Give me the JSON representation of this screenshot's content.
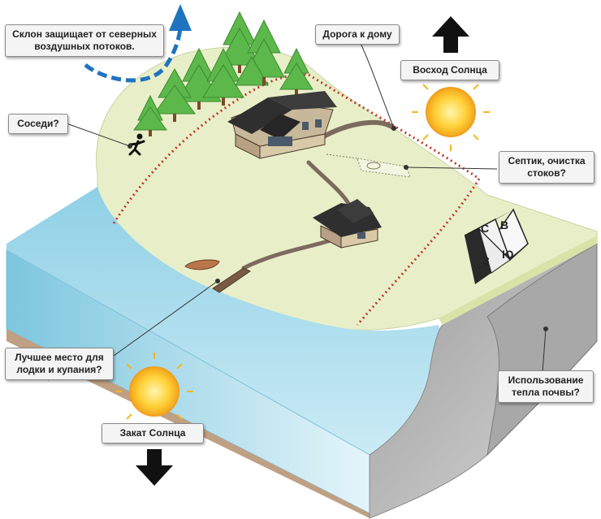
{
  "labels": {
    "slope": "Склон защищает от северных воздушных потоков.",
    "neighbors": "Соседи?",
    "road": "Дорога к дому",
    "sunrise": "Восход Солнца",
    "septic": "Септик, очистка стоков?",
    "boat": "Лучшее место для лодки и купания?",
    "sunset": "Закат Солнца",
    "geothermal": "Использование тепла почвы?"
  },
  "compass": {
    "north": "С",
    "east": "В",
    "south": "Ю",
    "west": "З"
  },
  "colors": {
    "grass": "#e8efc8",
    "water": "#a9dbea",
    "soil": "#bfa083",
    "rock": "#b5b5b5",
    "path": "#7d6a5e",
    "boundary": "#c0392b",
    "wind_arrow": "#1f74c0",
    "tree": "#5cb84a",
    "sun": "#f6b51e"
  },
  "icons": [
    "wind-arrow-icon",
    "sun-icon",
    "arrow-up-icon",
    "arrow-down-icon",
    "running-man-icon",
    "house-icon",
    "boat-icon",
    "compass-icon",
    "tree-icon"
  ]
}
